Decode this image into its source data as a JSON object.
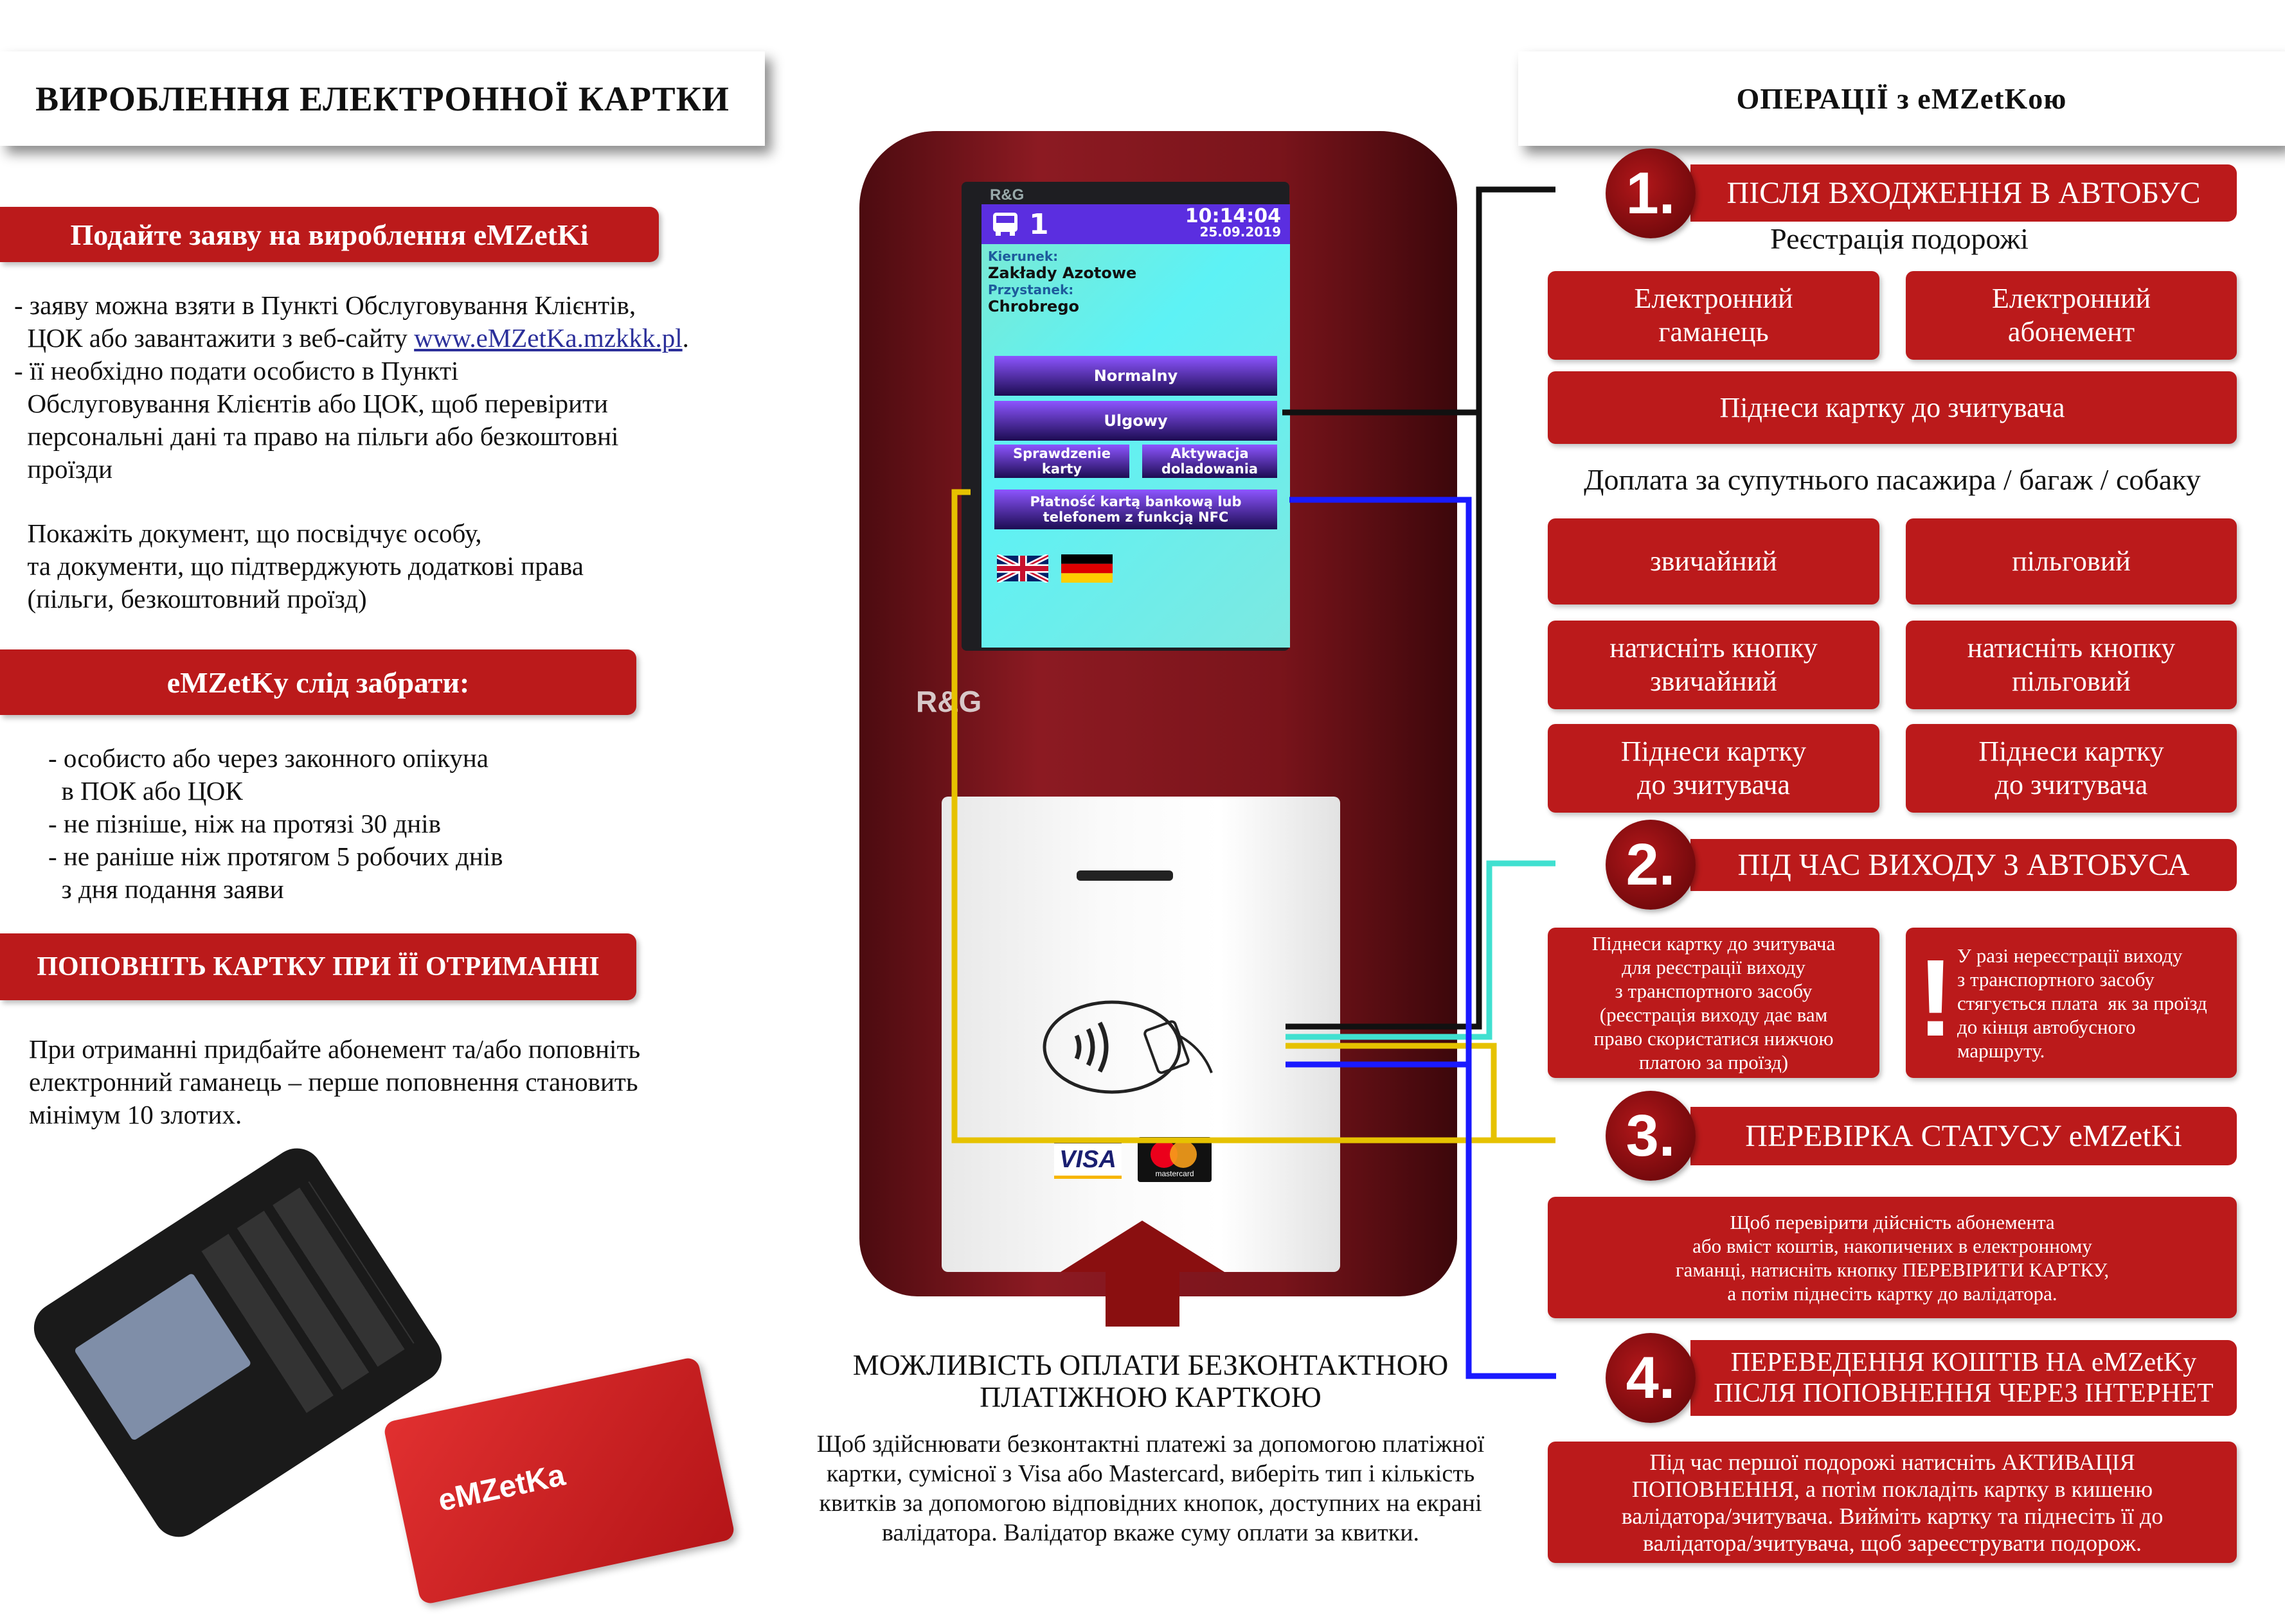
{
  "left": {
    "title": "ВИРОБЛЕННЯ ЕЛЕКТРОННОЇ КАРТКИ",
    "banner1": "Подайте заяву на вироблення eMZetKi",
    "p1_line1": "- заяву можна взяти в Пункті Обслуговування Клієнтів,",
    "p1_line2": "  ЦОК або завантажити з веб-сайту ",
    "p1_link": "www.eMZetKa.mzkkk.pl",
    "p1_rest": "- її необхідно подати особисто в Пункті\n  Обслуговування Клієнтів або ЦОК, щоб перевірити\n  персональні дані та право на пільги або безкоштовні\n  проїзди",
    "p2": "  Покажіть документ, що посвідчує особу,\n  та документи, що підтверджують додаткові права\n  (пільги, безкоштовний проїзд)",
    "banner2": "eMZetKy слід забрати:",
    "list": "- особисто або через законного опікуна\n  в ПОК або ЦОК\n- не пізніше, ніж на протязі 30 днів\n- не раніше ніж протягом 5 робочих днів\n  з дня подання заяви",
    "banner3": "ПОПОВНІТЬ КАРТКУ ПРИ ЇЇ ОТРИМАННІ",
    "p3": "При отриманні придбайте абонемент та/або поповніть\nелектронний гаманець – перше поповнення становить\nмінімум 10 злотих.",
    "card_logo": "eMZetKa"
  },
  "validator": {
    "brand": "R&G",
    "route": "1",
    "time": "10:14:04",
    "date": "25.09.2019",
    "direction_label": "Kierunek:",
    "direction": "Zakłady Azotowe",
    "stop_label": "Przystanek:",
    "stop": "Chrobrego",
    "btn_normal": "Normalny",
    "btn_reduced": "Ulgowy",
    "btn_check": "Sprawdzenie\nkarty",
    "btn_activate": "Aktywacja\ndoladowania",
    "btn_pay": "Płatność kartą bankową lub\ntelefonem z funkcją NFC",
    "visa": "VISA",
    "mastercard": "mastercard"
  },
  "center": {
    "title": "МОЖЛИВІСТЬ ОПЛАТИ БЕЗКОНТАКТНОЮ\nПЛАТІЖНОЮ КАРТКОЮ",
    "body": "Щоб здійснювати безконтактні платежі за допомогою платіжної\nкартки, сумісної з Visa або Mastercard, виберіть тип і кількість\nквитків за допомогою відповідних кнопок, доступних на екрані\nвалідатора. Валідатор вкаже суму оплати за квитки."
  },
  "right": {
    "title": "ОПЕРАЦІЇ з eMZetKою",
    "s1_num": "1.",
    "s1_title": "ПІСЛЯ ВХОДЖЕННЯ В АВТОБУС",
    "s1_sub": "Реєстрація подорожі",
    "wallet": "Електронний\nгаманець",
    "subscription": "Електронний\nабонемент",
    "tap_card": "Піднеси картку до зчитувача",
    "surcharge": "Доплата за супутнього пасажира / багаж / собаку",
    "normal": "звичайний",
    "reduced": "пільговий",
    "press_normal": "натисніть кнопку\nзвичайний",
    "press_reduced": "натисніть кнопку\nпільговий",
    "tap_left": "Піднеси картку\nдо зчитувача",
    "tap_right": "Піднеси картку\nдо зчитувача",
    "s2_num": "2.",
    "s2_title": "ПІД ЧАС ВИХОДУ З АВТОБУСА",
    "s2_left": "Піднеси картку до зчитувача\nдля реєстрації виходу\nз транспортного засобу\n(реєстрація виходу дає вам\nправо скористатися нижчою\nплатою за проїзд)",
    "s2_warn_mark": "!",
    "s2_right": "У разі нереєстрації виходу\nз транспортного засобу\nстягується плата  як за проїзд\nдо кінця автобусного\nмаршруту.",
    "s3_num": "3.",
    "s3_title": "ПЕРЕВІРКА СТАТУСУ eMZetKi",
    "s3_body": "Щоб перевірити дійсність абонемента\nабо вміст коштів, накопичених в електронному\nгаманці, натисніть кнопку ПЕРЕВІРИТИ КАРТКУ,\nа потім піднесіть картку до валідатора.",
    "s4_num": "4.",
    "s4_title": "ПЕРЕВЕДЕННЯ КОШТІВ НА eMZetKy\nПІСЛЯ ПОПОВНЕННЯ ЧЕРЕЗ ІНТЕРНЕТ",
    "s4_body": "Під час першої подорожі натисніть АКТИВАЦІЯ\nПОПОВНЕННЯ, а потім покладіть картку в кишеню\nвалідатора/зчитувача. Вийміть картку та піднесіть її до\nвалідатора/зчитувача, щоб зареєструвати подорож."
  },
  "colors": {
    "red": "#bb1a1b",
    "black_line": "#111111",
    "cyan_line": "#40e0d0",
    "yellow_line": "#e6c200",
    "blue_line": "#1a1aff"
  }
}
